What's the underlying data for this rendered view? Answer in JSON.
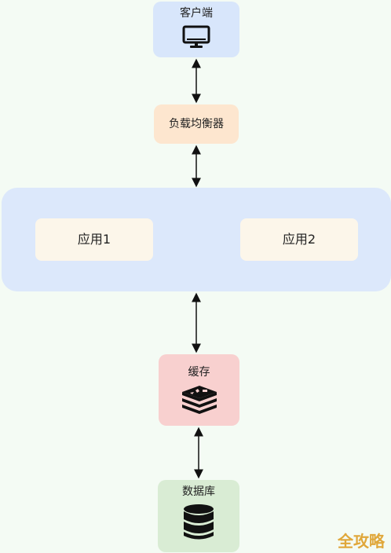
{
  "nodes": {
    "client": {
      "label": "客户端",
      "icon": "monitor-icon"
    },
    "load_balancer": {
      "label": "负载均衡器"
    },
    "app_group": {
      "apps": [
        {
          "label": "应用1"
        },
        {
          "label": "应用2"
        }
      ]
    },
    "cache": {
      "label": "缓存",
      "icon": "redis-icon"
    },
    "database": {
      "label": "数据库",
      "icon": "database-icon"
    }
  },
  "edges": [
    {
      "from": "client",
      "to": "load_balancer",
      "bidirectional": true
    },
    {
      "from": "load_balancer",
      "to": "app_group",
      "bidirectional": true
    },
    {
      "from": "app_group",
      "to": "cache",
      "bidirectional": true
    },
    {
      "from": "cache",
      "to": "database",
      "bidirectional": true
    }
  ],
  "watermark": "全攻略",
  "colors": {
    "background": "#f4fbf4",
    "client_fill": "#d8e6fb",
    "load_balancer_fill": "#fde6cf",
    "app_group_fill": "#dce8fb",
    "app_fill": "#fcf6ea",
    "cache_fill": "#f8d0cf",
    "database_fill": "#d9ecd4",
    "watermark": "#e0a73a"
  }
}
